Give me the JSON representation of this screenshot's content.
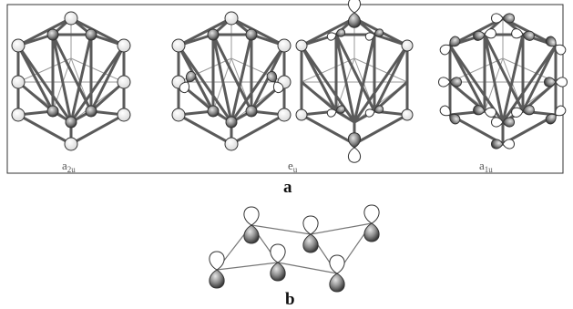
{
  "panel_a": {
    "label": "a",
    "orbitals": [
      {
        "main": "a",
        "sub": "2u"
      },
      {
        "main": "e",
        "sub": "u"
      },
      {
        "main": "a",
        "sub": "1u"
      }
    ]
  },
  "panel_b": {
    "label": "b"
  },
  "colors": {
    "frame": "#333333",
    "bond": "#555555",
    "lobe_dark": "#8a8a8a",
    "lobe_light": "#ffffff"
  }
}
